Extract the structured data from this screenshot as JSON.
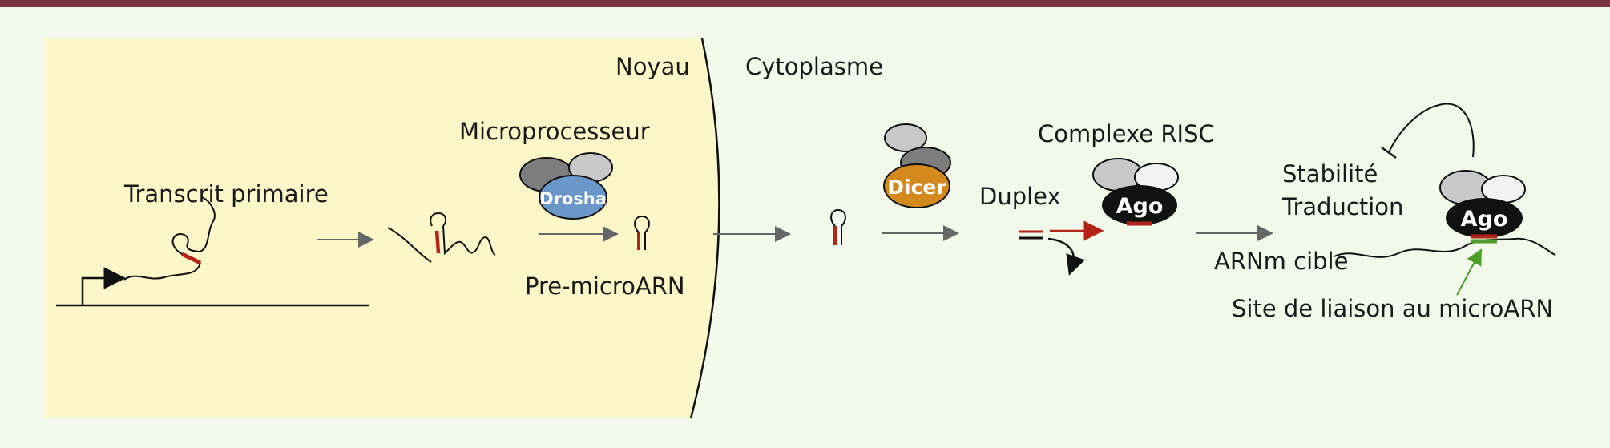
{
  "labels": {
    "noyau": "Noyau",
    "cytoplasme": "Cytoplasme",
    "transcrit_primaire": "Transcrit primaire",
    "microprocesseur": "Microprocesseur",
    "pre_microarn": "Pre-microARN",
    "duplex": "Duplex",
    "complexe_risc": "Complexe RISC",
    "stabilite": "Stabilité",
    "traduction": "Traduction",
    "arnm_cible": "ARNm cible",
    "site_liaison": "Site de liaison au microARN"
  },
  "proteins": {
    "drosha": "Drosha",
    "dicer": "Dicer",
    "ago_risc": "Ago",
    "ago_target": "Ago"
  },
  "colors": {
    "top_bar": "#7a3540",
    "background": "#f3f9ea",
    "nucleus_fill": "#fbf7c8",
    "drosha": "#6b96c8",
    "dicer": "#d4891f",
    "ago": "#111111",
    "mirna_red": "#b32418",
    "site_green": "#4c9d2a",
    "arrow_gray": "#666666",
    "protein_light": "#c8c8c8",
    "protein_dark": "#7d7d7d"
  }
}
